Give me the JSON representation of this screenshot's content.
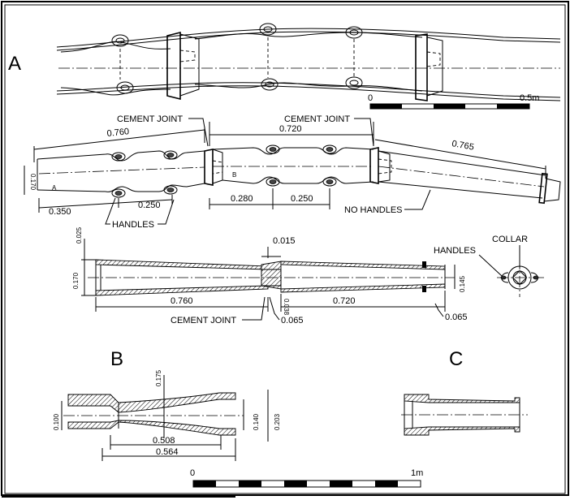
{
  "panels": {
    "a": "A",
    "b": "B",
    "c": "C"
  },
  "scale_top": {
    "start": "0",
    "end": "0.5m"
  },
  "scale_bottom": {
    "start": "0",
    "end": "1m"
  },
  "plan_view": {
    "cement_joint_1": "CEMENT JOINT",
    "cement_joint_2": "CEMENT JOINT",
    "len_a": "0.760",
    "len_b": "0.720",
    "len_c": "0.765",
    "dia_a": "0.170",
    "mark_a": "A",
    "mark_b": "B",
    "d_350": "0.350",
    "d_250a": "0.250",
    "d_280": "0.280",
    "d_250b": "0.250",
    "handles": "HANDLES",
    "no_handles": "NO HANDLES"
  },
  "section_view": {
    "d_025": "0.025",
    "d_015": "0.015",
    "d_170": "0.170",
    "d_145": "0.145",
    "d_760": "0.760",
    "d_720": "0.720",
    "d_038": "0.038",
    "d_065a": "0.065",
    "d_065b": "0.065",
    "cement_joint": "CEMENT JOINT",
    "collar": "COLLAR",
    "handles": "HANDLES"
  },
  "section_b": {
    "d_175": "0.175",
    "d_100": "0.100",
    "d_140": "0.140",
    "d_203": "0.203",
    "d_508": "0.508",
    "d_564": "0.564"
  }
}
